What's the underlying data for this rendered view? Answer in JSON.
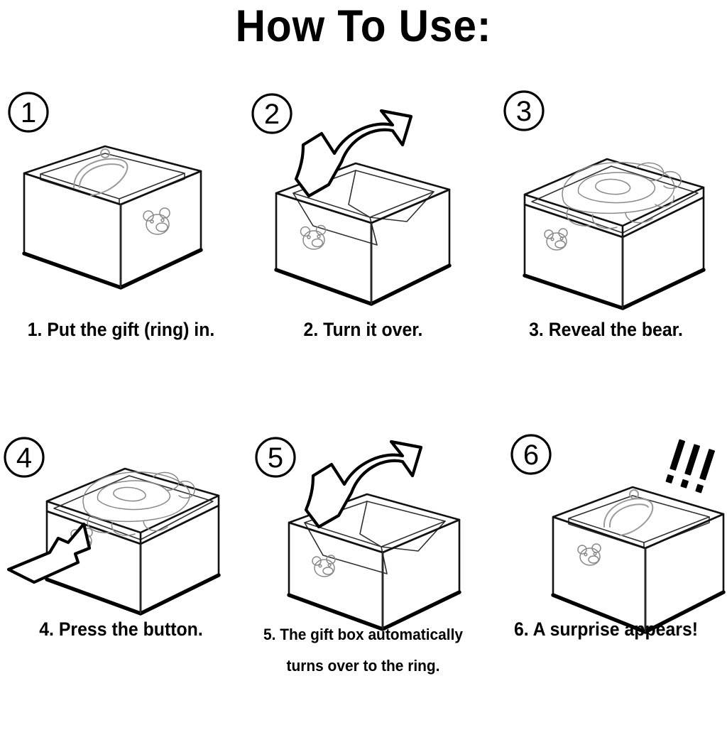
{
  "header": {
    "title": "How To Use:"
  },
  "steps": [
    {
      "number": "1",
      "badge_label": "1",
      "caption": "1. Put the gift (ring) in.",
      "caption_lines": [
        "1. Put the gift (ring) in."
      ],
      "illustration": "gift-box-open-with-ring",
      "has_button_icon": true,
      "has_rotate_arrow": false,
      "has_press_arrow": false,
      "has_exclamations": false
    },
    {
      "number": "2",
      "badge_label": "2",
      "caption": "2. Turn it over.",
      "caption_lines": [
        "2. Turn it over."
      ],
      "illustration": "gift-box-open-with-rotate-arrow",
      "has_button_icon": true,
      "has_rotate_arrow": true,
      "has_press_arrow": false,
      "has_exclamations": false
    },
    {
      "number": "3",
      "badge_label": "3",
      "caption": "3. Reveal the bear.",
      "caption_lines": [
        "3. Reveal the bear."
      ],
      "illustration": "gift-box-closed-with-bear-on-top",
      "has_button_icon": true,
      "has_rotate_arrow": false,
      "has_press_arrow": false,
      "has_exclamations": false
    },
    {
      "number": "4",
      "badge_label": "4",
      "caption": "4. Press the button.",
      "caption_lines": [
        "4. Press the button."
      ],
      "illustration": "gift-box-with-bear-and-press-arrow",
      "has_button_icon": true,
      "has_rotate_arrow": false,
      "has_press_arrow": true,
      "has_exclamations": false
    },
    {
      "number": "5",
      "badge_label": "5",
      "caption": "5. The gift box automatically turns over to the ring.",
      "caption_lines": [
        "5. The gift box automatically",
        "turns over to the ring."
      ],
      "illustration": "gift-box-open-with-rotate-arrow",
      "has_button_icon": true,
      "has_rotate_arrow": true,
      "has_press_arrow": false,
      "has_exclamations": false
    },
    {
      "number": "6",
      "badge_label": "6",
      "caption": "6. A surprise appears!",
      "caption_lines": [
        "6. A surprise appears!"
      ],
      "illustration": "gift-box-open-with-ring-and-exclamations",
      "has_button_icon": true,
      "has_rotate_arrow": false,
      "has_press_arrow": false,
      "has_exclamations": true,
      "exclamation_text": "!!!"
    }
  ],
  "colors": {
    "background": "#ffffff",
    "ink": "#000000",
    "line_mid": "#2f2f2f",
    "bear_outline": "#8a8a8a",
    "ring_outline": "#9a9a9a"
  }
}
